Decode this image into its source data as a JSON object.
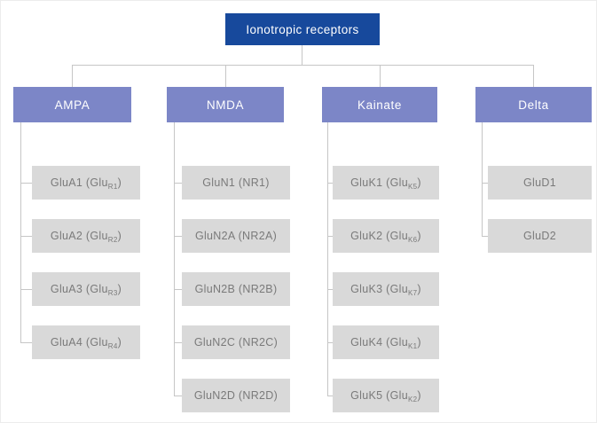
{
  "title": "Ionotropic receptors",
  "colors": {
    "root_box": "#17499C",
    "branch_box": "#7C86C7",
    "child_box": "#D9D9D9",
    "child_text": "#7A7A7A",
    "connector": "#C6C6C6"
  },
  "root": {
    "label": "Ionotropic receptors"
  },
  "branches": [
    {
      "label": "AMPA",
      "children": [
        {
          "pre": "GluA1 (Glu",
          "sub": "R1",
          "post": ")"
        },
        {
          "pre": "GluA2 (Glu",
          "sub": "R2",
          "post": ")"
        },
        {
          "pre": "GluA3 (Glu",
          "sub": "R3",
          "post": ")"
        },
        {
          "pre": "GluA4 (Glu",
          "sub": "R4",
          "post": ")"
        }
      ]
    },
    {
      "label": "NMDA",
      "children": [
        {
          "pre": "GluN1 (NR1)",
          "sub": "",
          "post": ""
        },
        {
          "pre": "GluN2A (NR2A)",
          "sub": "",
          "post": ""
        },
        {
          "pre": "GluN2B (NR2B)",
          "sub": "",
          "post": ""
        },
        {
          "pre": "GluN2C (NR2C)",
          "sub": "",
          "post": ""
        },
        {
          "pre": "GluN2D (NR2D)",
          "sub": "",
          "post": ""
        }
      ]
    },
    {
      "label": "Kainate",
      "children": [
        {
          "pre": "GluK1 (Glu",
          "sub": "K5",
          "post": ")"
        },
        {
          "pre": "GluK2 (Glu",
          "sub": "K6",
          "post": ")"
        },
        {
          "pre": "GluK3 (Glu",
          "sub": "K7",
          "post": ")"
        },
        {
          "pre": "GluK4 (Glu",
          "sub": "K1",
          "post": ")"
        },
        {
          "pre": "GluK5 (Glu",
          "sub": "K2",
          "post": ")"
        }
      ]
    },
    {
      "label": "Delta",
      "children": [
        {
          "pre": "GluD1",
          "sub": "",
          "post": ""
        },
        {
          "pre": "GluD2",
          "sub": "",
          "post": ""
        }
      ]
    }
  ]
}
